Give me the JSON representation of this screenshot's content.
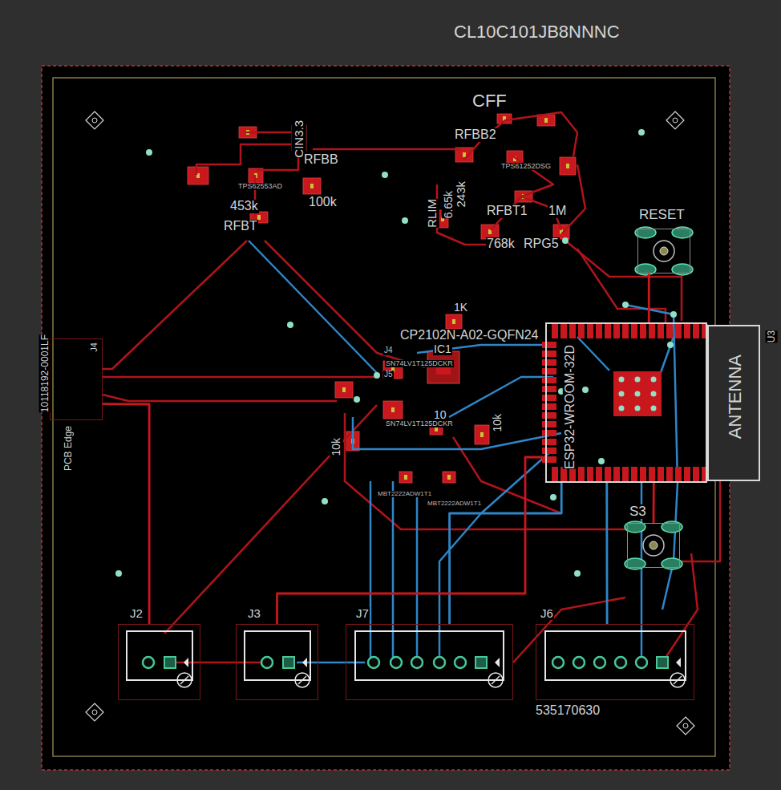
{
  "diagram": {
    "nodes": [
      {
        "text": [
          "RESET"
        ]
      },
      {
        "text": [
          "J4",
          "10118192-0001LF",
          "PCB Edge"
        ]
      },
      {
        "text": [
          "ESP32-WROOM-32D"
        ]
      },
      {
        "text": [
          "ANTENNA",
          "U3"
        ]
      },
      {
        "text": [
          "S3"
        ]
      },
      {
        "text": [
          "J2"
        ]
      },
      {
        "text": [
          "J3"
        ]
      },
      {
        "text": [
          "J7"
        ]
      },
      {
        "text": [
          "J6",
          "535170630"
        ]
      }
    ],
    "edges": [
      {
        "from": 0,
        "to": 2,
        "arrow": "none"
      },
      {
        "from": 4,
        "to": 2,
        "arrow": "none"
      },
      {
        "from": 7,
        "to": 2,
        "arrow": "none"
      },
      {
        "from": 8,
        "to": 2,
        "arrow": "none"
      },
      {
        "from": 6,
        "to": 2,
        "arrow": "none"
      },
      {
        "from": 5,
        "to": 1,
        "arrow": "none"
      }
    ],
    "labels": [
      "CL10C101JB8NNNC",
      "CFF",
      "RFBB2",
      "243k",
      "TPS61252DSG",
      "RLIM",
      "6.65k",
      "RFBT1",
      "1M",
      "768k",
      "RPG5",
      "CIN3.3",
      "RFBB",
      "100k",
      "TPS62553AD",
      "453k",
      "RFBT",
      "1K",
      "CP2102N-A02-GQFN24",
      "IC1",
      "J4",
      "SN74LV1T125DCKR",
      "J5",
      "SN74LV1T125DCKR",
      "10",
      "10k",
      "10k",
      "MBT2222ADW1T1",
      "MBT2222ADW1T1"
    ]
  }
}
